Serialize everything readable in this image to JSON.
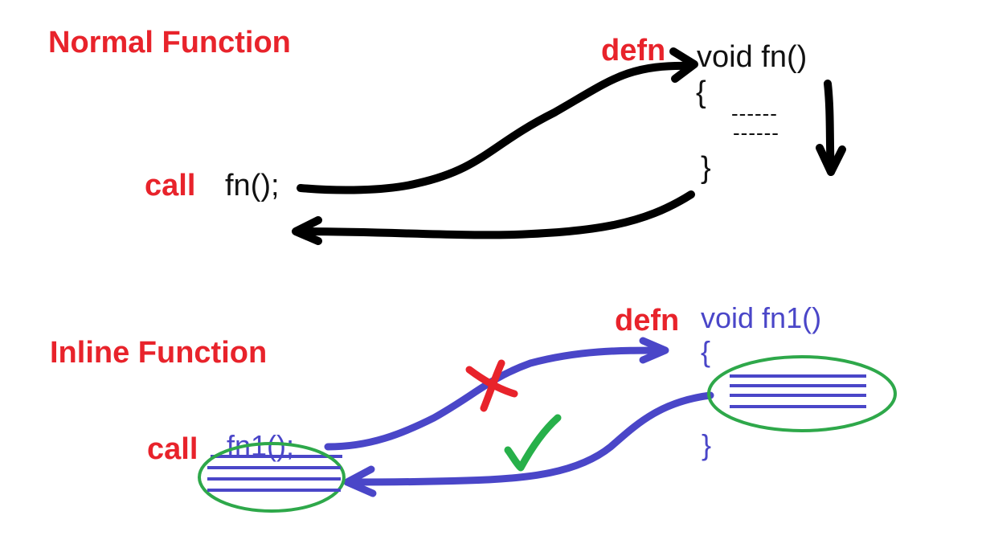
{
  "normal_section": {
    "title": "Normal Function",
    "call_label": "call",
    "call_code": "fn();",
    "defn_label": "defn",
    "signature": "void fn()",
    "open_brace": "{",
    "body_line_1": "------",
    "body_line_2": "------",
    "close_brace": "}"
  },
  "inline_section": {
    "title": "Inline Function",
    "call_label": "call",
    "call_code": "fn1();",
    "defn_label": "defn",
    "signature": "void fn1()",
    "open_brace": "{",
    "close_brace": "}"
  },
  "colors": {
    "label_red": "#e8232b",
    "code_black": "#111111",
    "inline_blue": "#4a46c8",
    "ellipse_green": "#2ea84a",
    "check_green": "#27b04a"
  },
  "marks": {
    "wrong_path": "red-x",
    "correct_path": "green-check"
  }
}
